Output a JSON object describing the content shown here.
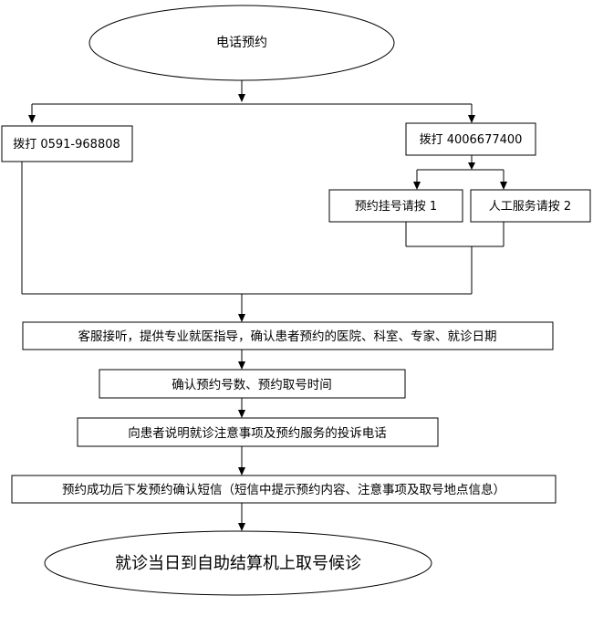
{
  "flowchart": {
    "start": "电话预约",
    "hotline_a": "拨打 0591-968808",
    "hotline_b": "拨打 4006677400",
    "option_1": "预约挂号请按 1",
    "option_2": "人工服务请按 2",
    "step_1": "客服接听，提供专业就医指导，确认患者预约的医院、科室、专家、就诊日期",
    "step_2": "确认预约号数、预约取号时间",
    "step_3": "向患者说明就诊注意事项及预约服务的投诉电话",
    "step_4": "预约成功后下发预约确认短信（短信中提示预约内容、注意事项及取号地点信息）",
    "end": "就诊当日到自助结算机上取号候诊"
  }
}
